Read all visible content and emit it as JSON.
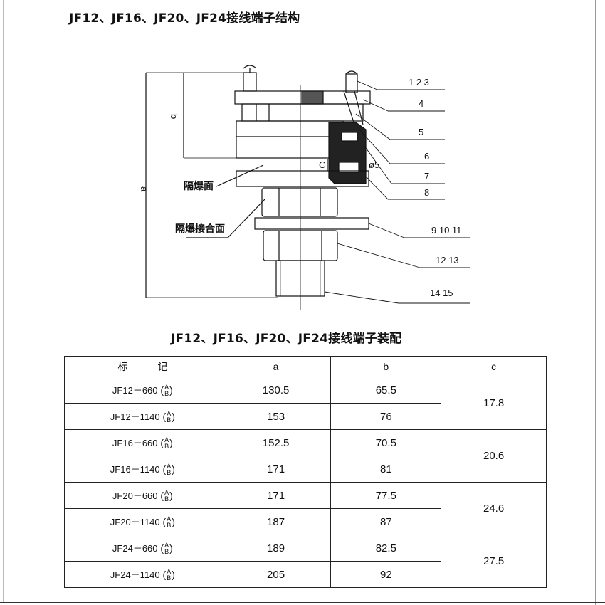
{
  "titles": {
    "structure": "JF12、JF16、JF20、JF24接线端子结构",
    "assembly": "JF12、JF16、JF20、JF24接线端子装配"
  },
  "drawing": {
    "callouts": [
      "1 2 3",
      "4",
      "5",
      "6",
      "7",
      "8",
      "9 10 11",
      "12 13",
      "14 15"
    ],
    "labels": {
      "flameproof_surface": "隔爆面",
      "flameproof_joint_surface": "隔爆接合面",
      "dim_a": "a",
      "dim_b": "b",
      "dim_c": "C",
      "dia": "ø5"
    }
  },
  "table": {
    "headers": [
      "标　　　记",
      "a",
      "b",
      "c"
    ],
    "rows": [
      {
        "mark": "JF12－660",
        "a": "130.5",
        "b": "65.5"
      },
      {
        "mark": "JF12－1140",
        "a": "153",
        "b": "76"
      },
      {
        "mark": "JF16－660",
        "a": "152.5",
        "b": "70.5"
      },
      {
        "mark": "JF16－1140",
        "a": "171",
        "b": "81"
      },
      {
        "mark": "JF20－660",
        "a": "171",
        "b": "77.5"
      },
      {
        "mark": "JF20－1140",
        "a": "187",
        "b": "87"
      },
      {
        "mark": "JF24－660",
        "a": "189",
        "b": "82.5"
      },
      {
        "mark": "JF24－1140",
        "a": "205",
        "b": "92"
      }
    ],
    "c_values": [
      "17.8",
      "20.6",
      "24.6",
      "27.5"
    ],
    "variant": {
      "top": "A",
      "bottom": "B"
    }
  }
}
